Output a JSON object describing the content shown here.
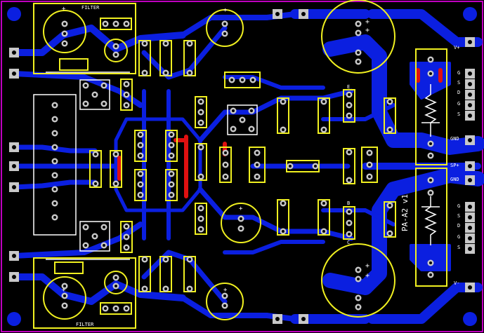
{
  "board": {
    "title": "PA-A2 v1",
    "colors": {
      "background": "#000000",
      "copper": "#0b1fe0",
      "copper_light": "#2a3cff",
      "silk": "#f0f020",
      "silk_white": "#ffffff",
      "pad": "#c8c8c8",
      "red": "#e01010",
      "outline": "#c000c0"
    }
  },
  "labels": {
    "filter_top": "FILTER",
    "filter_bottom": "FILTER",
    "plus": "+",
    "v_plus": "V+",
    "v_minus": "V-",
    "gnd1": "GND",
    "gnd2": "GND",
    "sp_plus": "SP+",
    "pin_g": "G",
    "pin_s": "S",
    "pin_d": "D",
    "trans_e": "E",
    "trans_b": "B",
    "trans_c": "C"
  }
}
